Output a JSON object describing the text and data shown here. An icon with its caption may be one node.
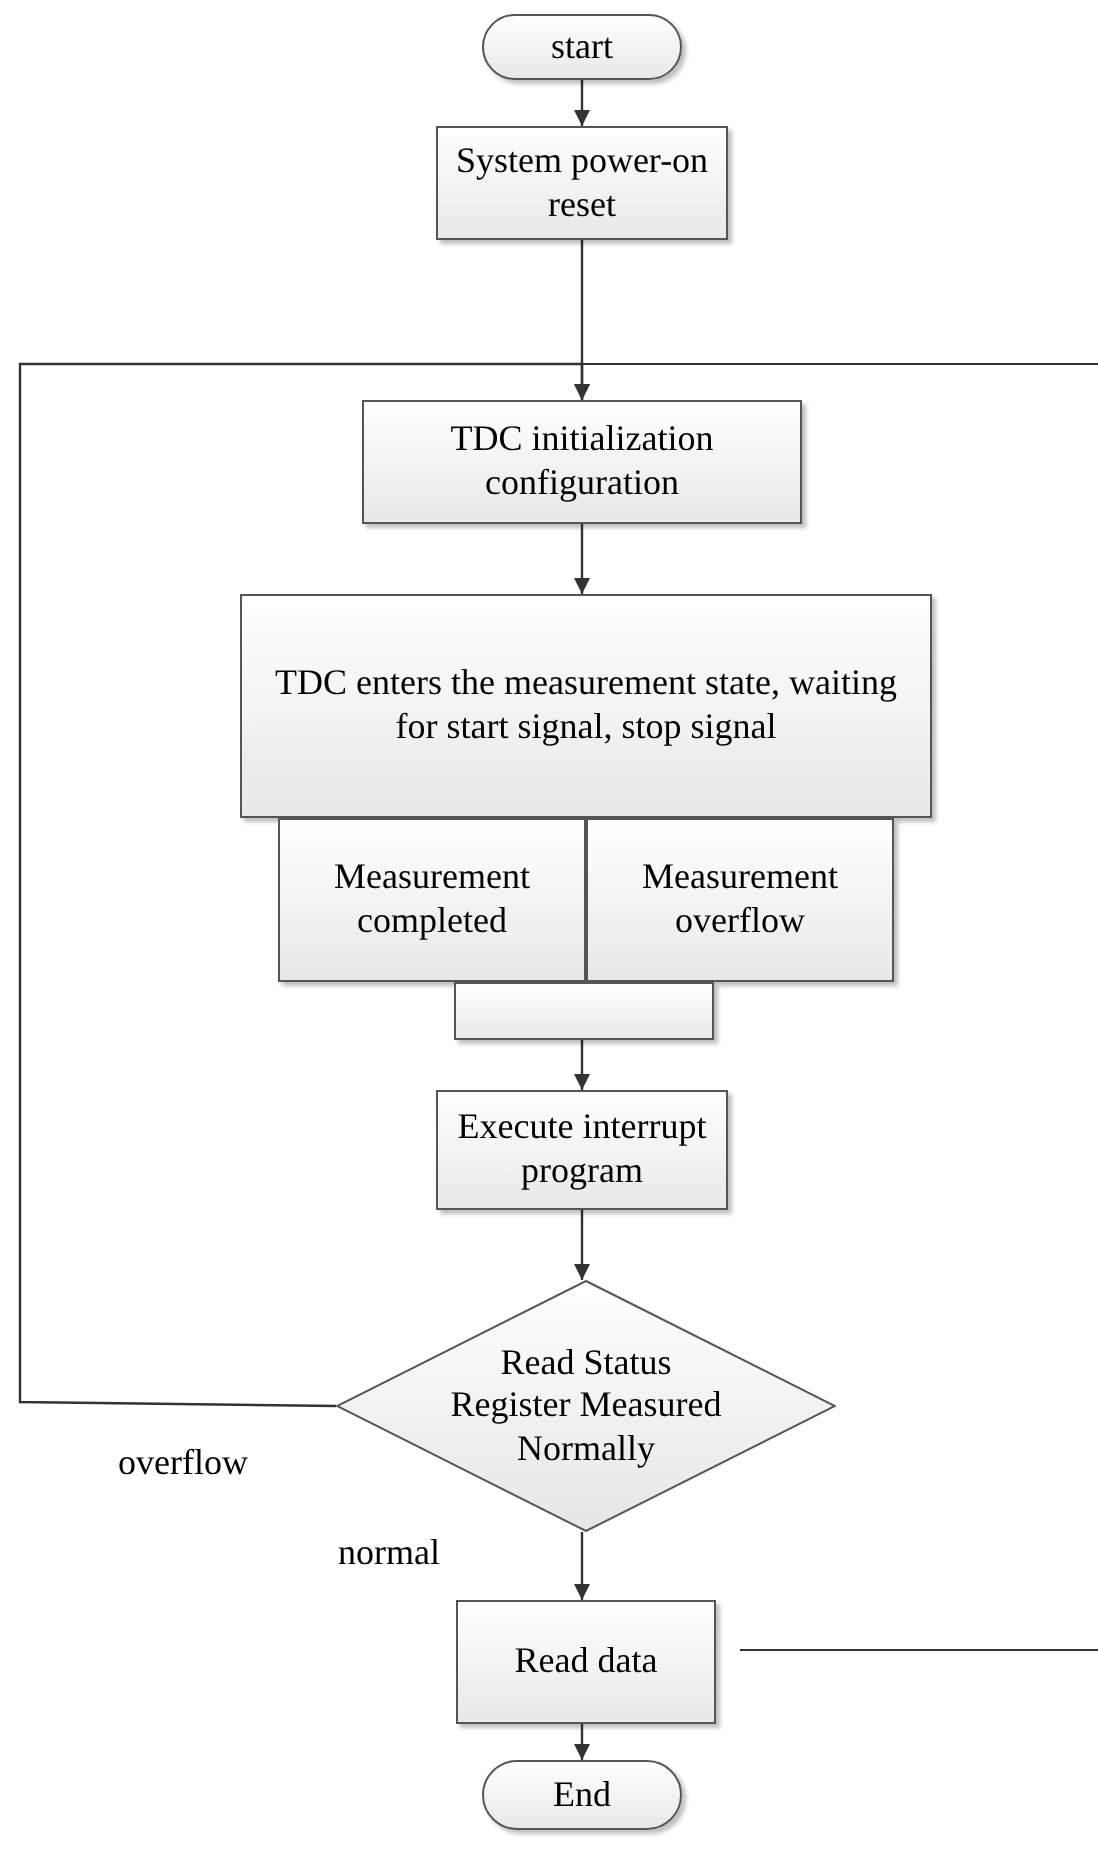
{
  "diagram": {
    "nodes": [
      {
        "text": [
          "start"
        ]
      },
      {
        "text": [
          "System power-on reset"
        ]
      },
      {
        "text": [
          "TDC initialization configuration"
        ]
      },
      {
        "text": [
          "TDC enters the measurement state, waiting for start signal, stop signal"
        ]
      },
      {
        "text": [
          "Measurement completed"
        ]
      },
      {
        "text": [
          "Measurement overflow"
        ]
      },
      {
        "text": [],
        "shape": "box"
      },
      {
        "text": [
          "Execute interrupt program"
        ]
      },
      {
        "text": [
          "Read Status Register Measured Normally"
        ]
      },
      {
        "text": [
          "Read data"
        ]
      },
      {
        "text": [
          "End"
        ]
      }
    ],
    "edges": [
      {
        "from": 0,
        "to": 1,
        "arrow": "to"
      },
      {
        "from": 1,
        "to": 2,
        "arrow": "to"
      },
      {
        "from": 2,
        "to": 3,
        "arrow": "to"
      },
      {
        "from": 6,
        "to": 7,
        "arrow": "to"
      },
      {
        "from": 7,
        "to": 8,
        "arrow": "to"
      },
      {
        "from": 8,
        "to": 2,
        "arrow": "to",
        "label": "overflow"
      },
      {
        "from": 8,
        "to": 9,
        "arrow": "to",
        "label": "normal"
      },
      {
        "from": 9,
        "to": 10,
        "arrow": "to"
      }
    ]
  }
}
